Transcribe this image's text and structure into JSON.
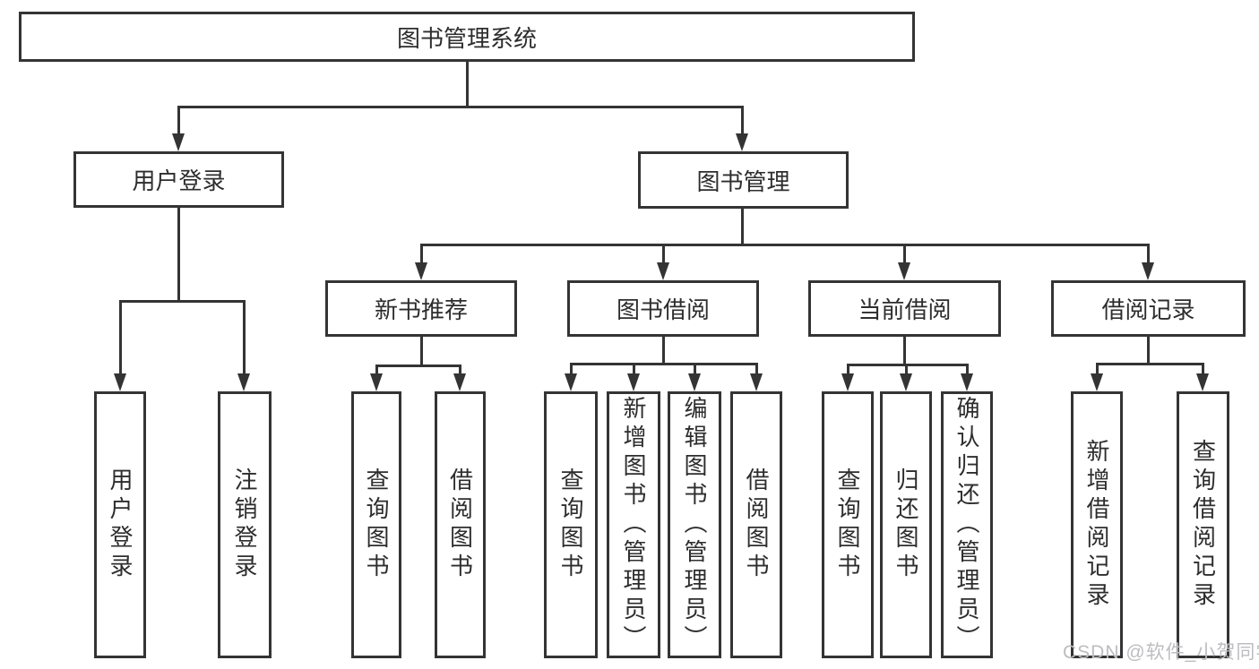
{
  "diagram": {
    "root": {
      "label": "图书管理系统"
    },
    "level2": [
      {
        "label": "用户登录"
      },
      {
        "label": "图书管理"
      }
    ],
    "level3": [
      {
        "label": "新书推荐"
      },
      {
        "label": "图书借阅"
      },
      {
        "label": "当前借阅"
      },
      {
        "label": "借阅记录"
      }
    ],
    "leaves": {
      "user_login": [
        "用户登录",
        "注销登录"
      ],
      "new_book": [
        "查询图书",
        "借阅图书"
      ],
      "book_borrow": [
        "查询图书",
        "新增图书（管理员）",
        "编辑图书（管理员）",
        "借阅图书"
      ],
      "current_borrow": [
        "查询图书",
        "归还图书",
        "确认归还（管理员）"
      ],
      "borrow_records": [
        "新增借阅记录",
        "查询借阅记录"
      ]
    }
  },
  "watermark": {
    "text": "CSDN @软件_小贺同学"
  },
  "colors": {
    "line": "#343434",
    "text": "#2d2d2d",
    "watermark": "#bdbdc1",
    "background": "#ffffff"
  }
}
